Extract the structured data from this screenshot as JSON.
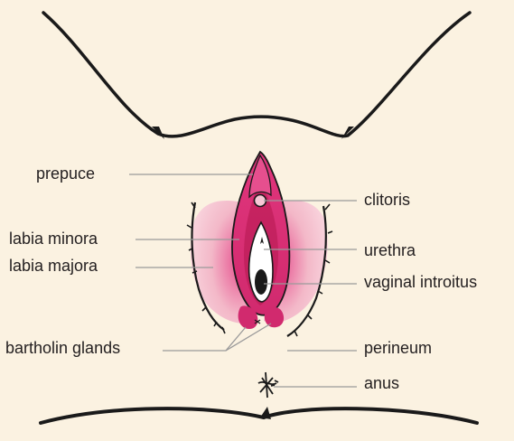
{
  "colors": {
    "background": "#fbf2e1",
    "outline": "#1a1a1a",
    "labia_majora": "#f3b8c8",
    "labia_minora": "#e0357c",
    "inner_dark": "#b5174f",
    "leader_line": "#9a9a9a"
  },
  "labels": {
    "prepuce": "prepuce",
    "labia_minora": "labia minora",
    "labia_majora": "labia majora",
    "bartholin_glands": "bartholin glands",
    "clitoris": "clitoris",
    "urethra": "urethra",
    "vaginal_introitus": "vaginal introitus",
    "perineum": "perineum",
    "anus": "anus"
  }
}
